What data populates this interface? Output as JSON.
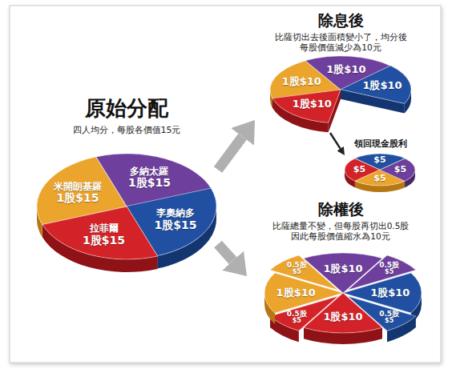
{
  "diagram": {
    "nodes": [
      {
        "text": [
          "原始分配",
          "四人均分，每股各價值15元"
        ]
      },
      {
        "text": [
          "米開朗基羅",
          "1股$15"
        ],
        "in": 0
      },
      {
        "text": [
          "多納太羅",
          "1股$15"
        ],
        "in": 0
      },
      {
        "text": [
          "李奧納多",
          "1股$15"
        ],
        "in": 0
      },
      {
        "text": [
          "拉菲爾",
          "1股$15"
        ],
        "in": 0
      },
      {
        "text": [
          "除息後",
          "比薩切出去後面積變小了，均分後 每股價值減少為10元"
        ]
      },
      {
        "text": [
          "1股$10"
        ],
        "in": 5
      },
      {
        "text": [
          "1股$10"
        ],
        "in": 5
      },
      {
        "text": [
          "1股$10"
        ],
        "in": 5
      },
      {
        "text": [
          "1股$10"
        ],
        "in": 5
      },
      {
        "text": [
          "領回現金股利"
        ]
      },
      {
        "text": [
          "$5"
        ],
        "in": 10
      },
      {
        "text": [
          "$5"
        ],
        "in": 10
      },
      {
        "text": [
          "$5"
        ],
        "in": 10
      },
      {
        "text": [
          "$5"
        ],
        "in": 10
      },
      {
        "text": [
          "除權後",
          "比薩總量不變，但每股再切出0.5股 因此每股價值縮水為10元"
        ]
      },
      {
        "text": [
          "1股$10"
        ],
        "in": 15
      },
      {
        "text": [
          "0.5股",
          "$5"
        ],
        "in": 15
      },
      {
        "text": [
          "1股$10"
        ],
        "in": 15
      },
      {
        "text": [
          "0.5股",
          "$5"
        ],
        "in": 15
      },
      {
        "text": [
          "1股$10"
        ],
        "in": 15
      },
      {
        "text": [
          "0.5股",
          "$5"
        ],
        "in": 15
      },
      {
        "text": [
          "1股$10"
        ],
        "in": 15
      },
      {
        "text": [
          "0.5股",
          "$5"
        ],
        "in": 15
      }
    ],
    "edges": [
      {
        "from": 0,
        "to": 5,
        "arrow": "to"
      },
      {
        "from": 0,
        "to": 15,
        "arrow": "to"
      },
      {
        "from": 5,
        "to": 10,
        "arrow": "to"
      }
    ]
  }
}
